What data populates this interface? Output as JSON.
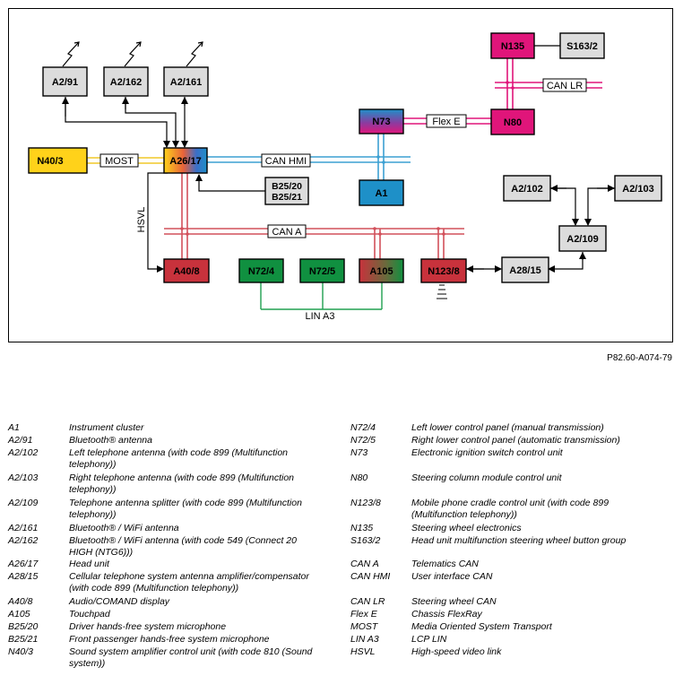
{
  "figure_id": "P82.60-A074-79",
  "colors": {
    "grey": "#dcdcdc",
    "yellow": "#ffd21a",
    "blue": "#1e90c8",
    "magenta": "#e0157a",
    "red": "#c8323c",
    "green": "#109040",
    "can_red": "#d2505a",
    "can_blue": "#3ca0d2",
    "can_magenta": "#e0157a",
    "most_yellow": "#f0c828",
    "lin_green": "#20a050"
  },
  "components": {
    "a2_91": "A2/91",
    "a2_162": "A2/162",
    "a2_161": "A2/161",
    "n40_3": "N40/3",
    "a26_17": "A26/17",
    "b25_20": "B25/20",
    "b25_21": "B25/21",
    "n73": "N73",
    "a1": "A1",
    "n135": "N135",
    "s163_2": "S163/2",
    "n80": "N80",
    "a2_102": "A2/102",
    "a2_103": "A2/103",
    "a2_109": "A2/109",
    "a28_15": "A28/15",
    "a40_8": "A40/8",
    "n72_4": "N72/4",
    "n72_5": "N72/5",
    "a105": "A105",
    "n123_8": "N123/8"
  },
  "buses": {
    "most": "MOST",
    "can_hmi": "CAN HMI",
    "flex_e": "Flex E",
    "can_lr": "CAN LR",
    "can_a": "CAN A",
    "lin_a3": "LIN A3",
    "hsvl": "HSVL"
  },
  "legend_left": [
    {
      "code": "A1",
      "desc": "Instrument cluster"
    },
    {
      "code": "A2/91",
      "desc": "Bluetooth® antenna"
    },
    {
      "code": "A2/102",
      "desc": "Left telephone antenna (with code 899 (Multifunction telephony))"
    },
    {
      "code": "A2/103",
      "desc": "Right telephone antenna (with code 899 (Multifunction telephony))"
    },
    {
      "code": "A2/109",
      "desc": "Telephone antenna splitter (with code 899 (Multifunction telephony))"
    },
    {
      "code": "A2/161",
      "desc": "Bluetooth® / WiFi antenna"
    },
    {
      "code": "A2/162",
      "desc": "Bluetooth® / WiFi antenna (with code 549 (Connect 20 HIGH (NTG6)))"
    },
    {
      "code": "A26/17",
      "desc": "Head unit"
    },
    {
      "code": "A28/15",
      "desc": "Cellular telephone system antenna amplifier/compensator (with code 899 (Multifunction telephony))"
    },
    {
      "code": "A40/8",
      "desc": "Audio/COMAND display"
    },
    {
      "code": "A105",
      "desc": "Touchpad"
    },
    {
      "code": "B25/20",
      "desc": "Driver hands-free system microphone"
    },
    {
      "code": "B25/21",
      "desc": "Front passenger hands-free system microphone"
    },
    {
      "code": "N40/3",
      "desc": "Sound system amplifier control unit (with code 810 (Sound system))"
    }
  ],
  "legend_right": [
    {
      "code": "N72/4",
      "desc": "Left lower control panel (manual transmission)"
    },
    {
      "code": "N72/5",
      "desc": "Right lower control panel (automatic transmission)"
    },
    {
      "code": "N73",
      "desc": "Electronic ignition switch control unit"
    },
    {
      "code": "N80",
      "desc": "Steering column module control unit"
    },
    {
      "code": "N123/8",
      "desc": "Mobile phone cradle control unit (with code 899 (Multifunction telephony))"
    },
    {
      "code": "N135",
      "desc": "Steering wheel electronics"
    },
    {
      "code": "S163/2",
      "desc": "Head unit multifunction steering wheel button group"
    },
    {
      "code": "CAN A",
      "desc": "Telematics CAN"
    },
    {
      "code": "CAN HMI",
      "desc": "User interface CAN"
    },
    {
      "code": "CAN LR",
      "desc": "Steering wheel CAN"
    },
    {
      "code": "Flex E",
      "desc": "Chassis FlexRay"
    },
    {
      "code": "MOST",
      "desc": "Media Oriented System Transport"
    },
    {
      "code": "LIN A3",
      "desc": "LCP LIN"
    },
    {
      "code": "HSVL",
      "desc": "High-speed video link"
    }
  ]
}
